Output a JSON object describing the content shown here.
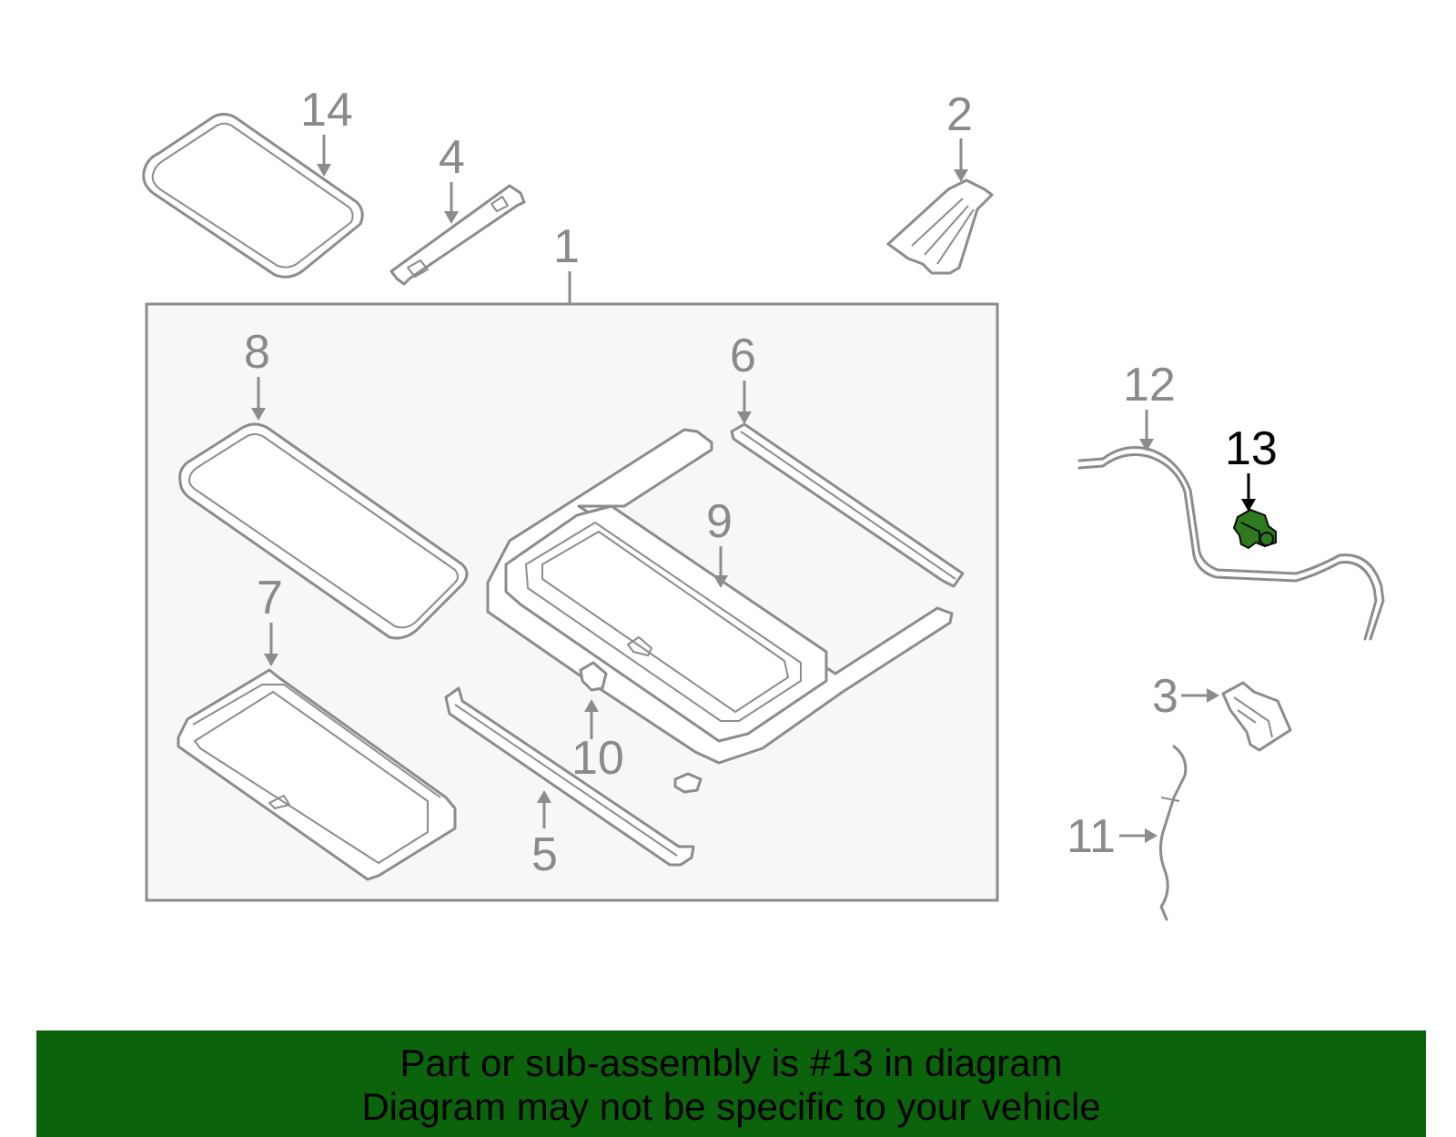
{
  "callouts": {
    "c1": "1",
    "c2": "2",
    "c3": "3",
    "c4": "4",
    "c5": "5",
    "c6": "6",
    "c7": "7",
    "c8": "8",
    "c9": "9",
    "c10": "10",
    "c11": "11",
    "c12": "12",
    "c13": "13",
    "c14": "14"
  },
  "highlighted_part": "13",
  "colors": {
    "highlight_part": "#2f7a1f",
    "footer_bg": "#0b640b",
    "line": "#8c8c8c",
    "panel_bg": "#f7f7f7"
  },
  "footer": {
    "line1": "Part or sub-assembly is #13 in diagram",
    "line2": "Diagram may not be specific to your vehicle"
  }
}
